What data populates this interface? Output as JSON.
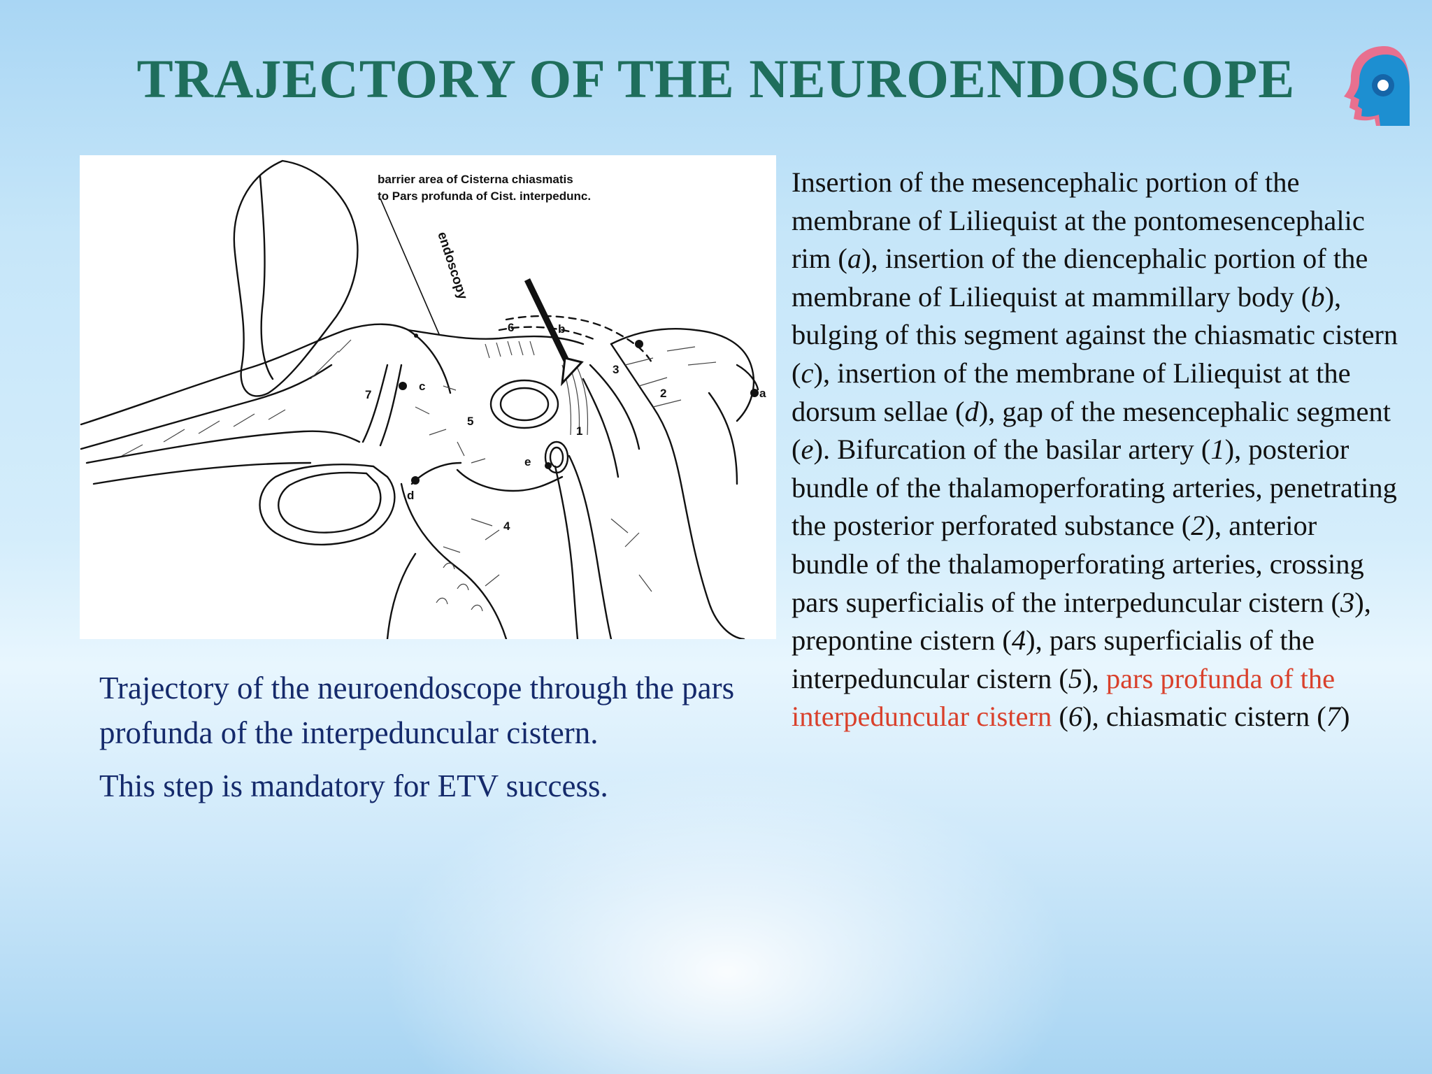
{
  "slide": {
    "title": "TRAJECTORY OF THE NEUROENDOSCOPE"
  },
  "figure": {
    "barrier_label_line1": "barrier area of Cisterna chiasmatis",
    "barrier_label_line2": "to Pars profunda of Cist. interpedunc.",
    "arrow_label": "endoscopy",
    "markers": {
      "a": "a",
      "b": "b",
      "c": "c",
      "d": "d",
      "e": "e",
      "n1": "1",
      "n2": "2",
      "n3": "3",
      "n4": "4",
      "n5": "5",
      "n6": "6",
      "n7": "7"
    }
  },
  "caption": {
    "line1": "Trajectory of the neuroendoscope through the pars profunda of the interpeduncular cistern.",
    "line2": "This step is mandatory for ETV success."
  },
  "description": {
    "t1": "Insertion of the mesencephalic portion of the membrane of Liliequist at the pontomesencephalic rim (",
    "ia": "a",
    "t2": "), insertion of the diencephalic portion of the membrane of Liliequist at mammillary body (",
    "ib": "b",
    "t3": "), bulging of this segment against the chiasmatic cistern (",
    "ic": "c",
    "t4": "), insertion of the membrane of Liliequist at the dorsum sellae (",
    "id": "d",
    "t5": "), gap of the mesencephalic segment (",
    "ie": "e",
    "t6": "). Bifurcation of the basilar artery (",
    "i1": "1",
    "t7": "), posterior bundle of the thalamoperforating arteries, penetrating the posterior perforated substance (",
    "i2": "2",
    "t8": "), anterior bundle of the thalamoperforating arteries, crossing pars superficialis of the interpeduncular cistern (",
    "i3": "3",
    "t9": "), prepontine cistern (",
    "i4": "4",
    "t10": "), pars superficialis of the interpeduncular cistern (",
    "i5": "5",
    "t11": "), ",
    "highlight": "pars profunda of the interpeduncular cistern",
    "t12": " (",
    "i6": "6",
    "t13": "), chiasmatic cistern (",
    "i7": "7",
    "t14": ")"
  },
  "colors": {
    "title": "#1f6e5c",
    "caption": "#152a6b",
    "highlight": "#d9402b",
    "logo_pink": "#e8708f",
    "logo_blue": "#1d8fd1"
  },
  "icons": {
    "logo": "head-profile-logo-icon"
  }
}
